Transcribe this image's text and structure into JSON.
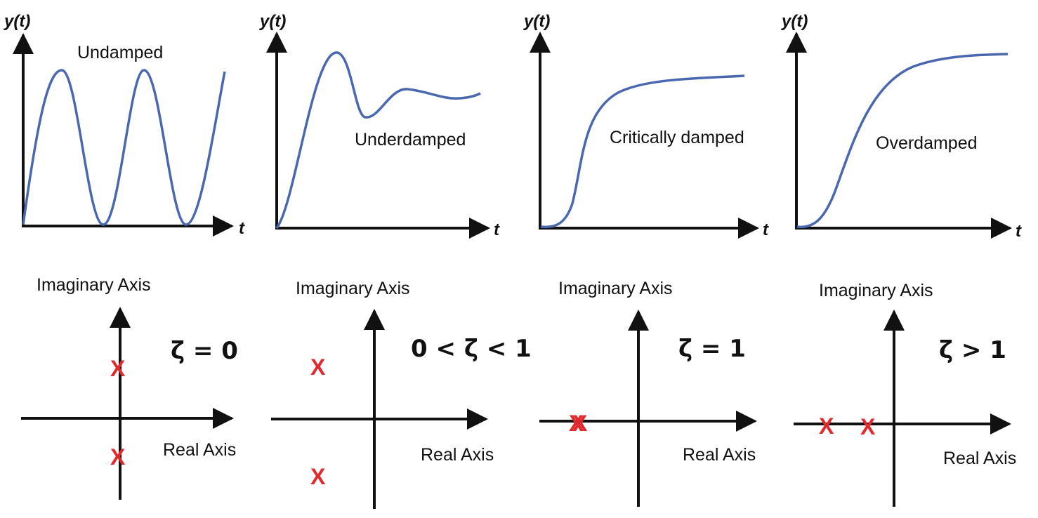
{
  "colors": {
    "curve": "#4a68b0",
    "axis": "#111111",
    "pole": "#e0282d"
  },
  "response_panels": [
    {
      "id": "undamped",
      "y_label": "y(t)",
      "t_label": "t",
      "curve_label": "Undamped"
    },
    {
      "id": "underdamped",
      "y_label": "y(t)",
      "t_label": "t",
      "curve_label": "Underdamped"
    },
    {
      "id": "critically",
      "y_label": "y(t)",
      "t_label": "t",
      "curve_label": "Critically damped"
    },
    {
      "id": "overdamped",
      "y_label": "y(t)",
      "t_label": "t",
      "curve_label": "Overdamped"
    }
  ],
  "pole_panels": [
    {
      "id": "undamped",
      "imag_label": "Imaginary Axis",
      "real_label": "Real Axis",
      "condition": "ζ = 0",
      "pole_marker": "X"
    },
    {
      "id": "underdamped",
      "imag_label": "Imaginary Axis",
      "real_label": "Real Axis",
      "condition": "0 < ζ < 1",
      "pole_marker": "X"
    },
    {
      "id": "critically",
      "imag_label": "Imaginary Axis",
      "real_label": "Real Axis",
      "condition": "ζ = 1",
      "pole_marker": "X"
    },
    {
      "id": "overdamped",
      "imag_label": "Imaginary Axis",
      "real_label": "Real Axis",
      "condition": "ζ > 1",
      "pole_marker": "X"
    }
  ]
}
